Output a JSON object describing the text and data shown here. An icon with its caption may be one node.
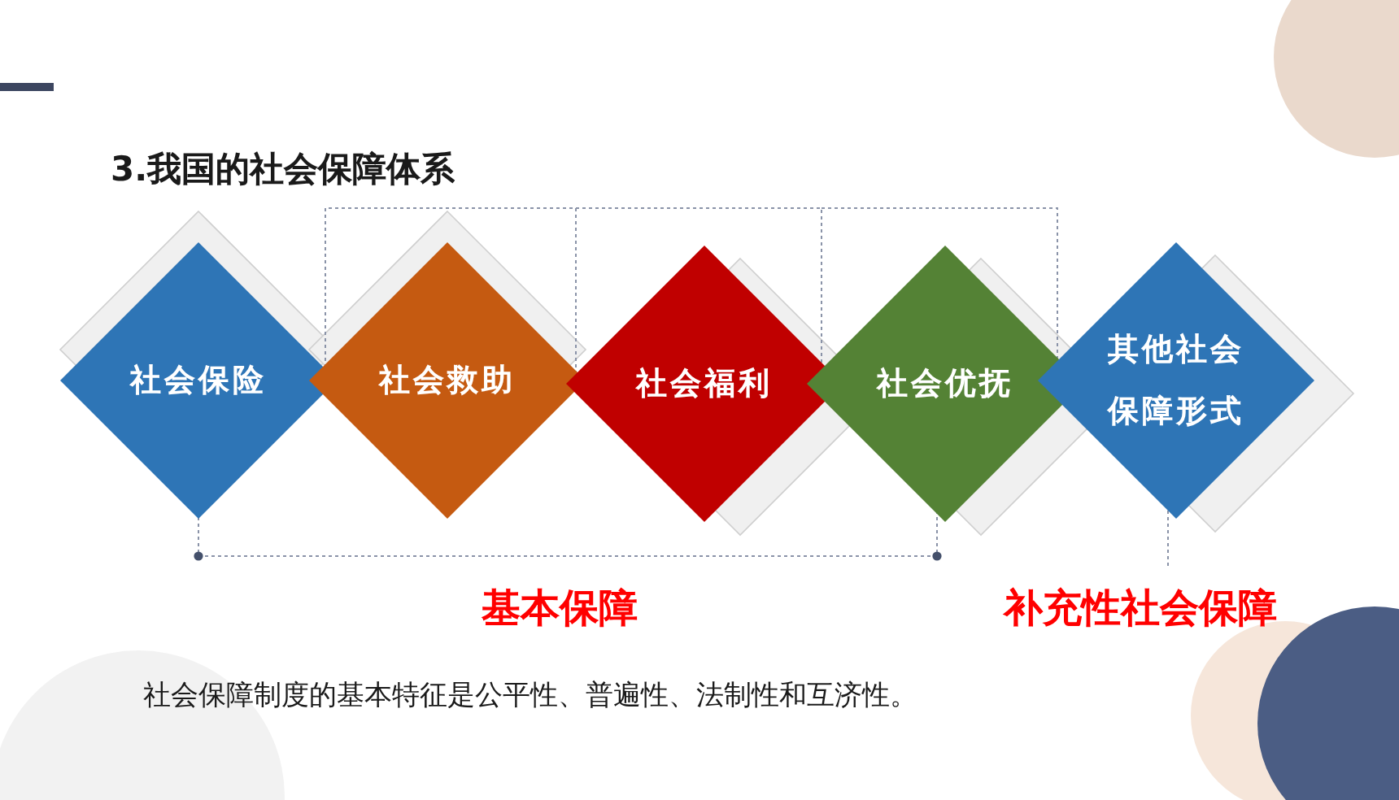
{
  "diagram": {
    "title": "3.我国的社会保障体系",
    "nodes": [
      {
        "text": [
          "社会保险"
        ]
      },
      {
        "text": [
          "社会救助"
        ]
      },
      {
        "text": [
          "社会福利"
        ]
      },
      {
        "text": [
          "社会优抚"
        ]
      },
      {
        "text": [
          "其他社会保障形式"
        ]
      }
    ],
    "edges": [],
    "labels": [
      "基本保障",
      "补充性社会保障",
      "社会保障制度的基本特征是公平性、普遍性、法制性和互济性。"
    ]
  }
}
